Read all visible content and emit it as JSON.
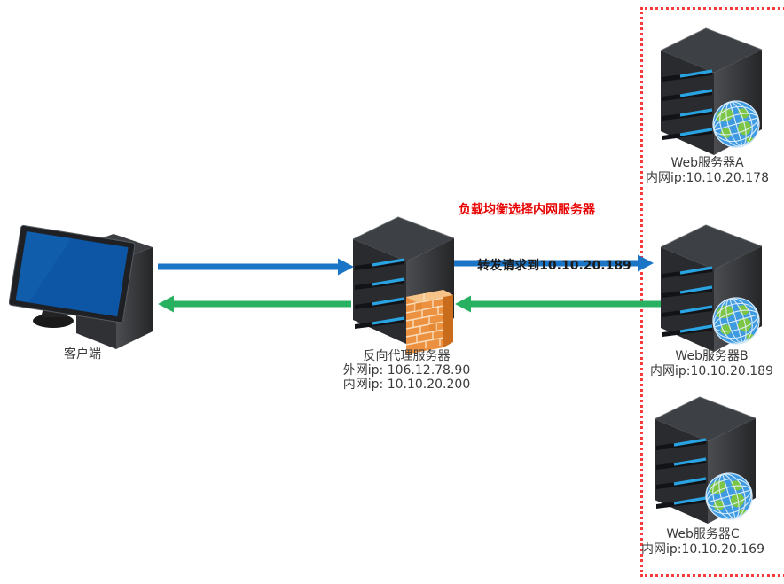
{
  "colors": {
    "request_arrow": "#1b75c7",
    "response_arrow": "#27b161",
    "cluster_border": "#f93b3b",
    "annotation_red": "#e80000",
    "label_text": "#3a3a3a",
    "arrow_label_text": "#1c1c1c"
  },
  "client": {
    "label": "客户端"
  },
  "proxy": {
    "name": "反向代理服务器",
    "external_ip": "外网ip: 106.12.78.90",
    "internal_ip": "内网ip: 10.10.20.200"
  },
  "annotations": {
    "load_balancing_note": "负载均衡选择内网服务器",
    "forward_request": "转发请求到10.10.20.189"
  },
  "web_servers": [
    {
      "name": "Web服务器A",
      "ip": "内网ip:10.10.20.178"
    },
    {
      "name": "Web服务器B",
      "ip": "内网ip:10.10.20.189"
    },
    {
      "name": "Web服务器C",
      "ip": "内网ip:10.10.20.169"
    }
  ]
}
